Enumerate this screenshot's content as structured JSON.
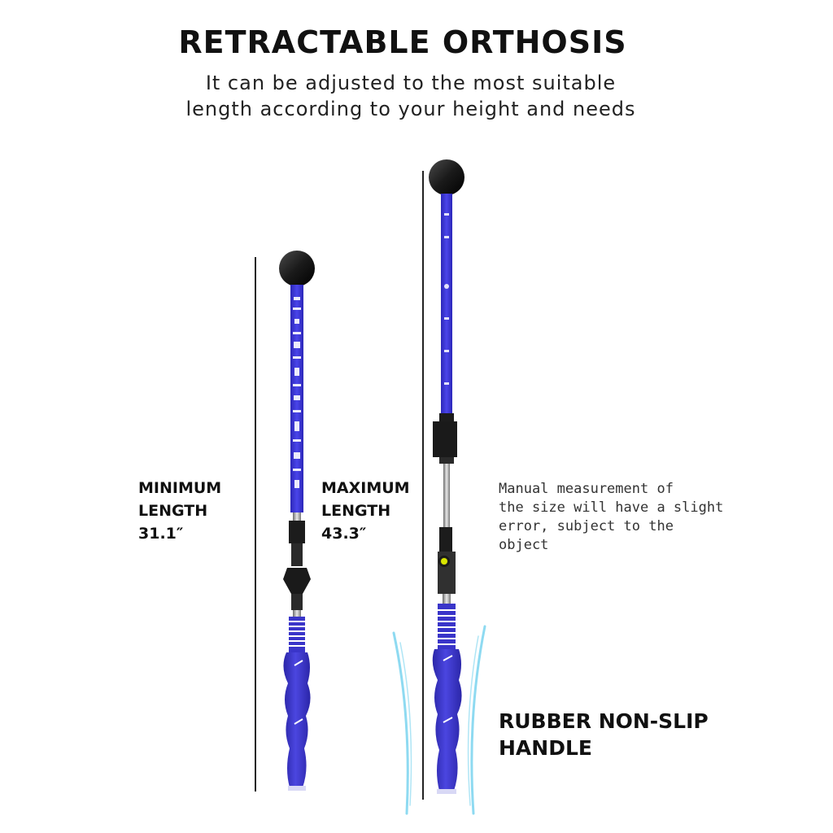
{
  "header": {
    "title": "RETRACTABLE ORTHOSIS",
    "subtitle_line1": "It can be adjusted to the most suitable",
    "subtitle_line2": "length according to your height and needs"
  },
  "min_length": {
    "line1": "MINIMUM",
    "line2": "LENGTH",
    "value": "31.1″"
  },
  "max_length": {
    "line1": "MAXIMUM",
    "line2": "LENGTH",
    "value": "43.3″"
  },
  "note": {
    "line1": "Manual measurement of",
    "line2": "the size will have a slight",
    "line3": "error, subject to the",
    "line4": "object"
  },
  "handle": {
    "line1": "RUBBER NON-SLIP",
    "line2": "HANDLE"
  },
  "colors": {
    "shaft_blue": "#3b36d8",
    "grip_blue": "#3a35c9",
    "ball_black": "#1a1a1a",
    "accent_cyan": "#7ad3ee"
  }
}
